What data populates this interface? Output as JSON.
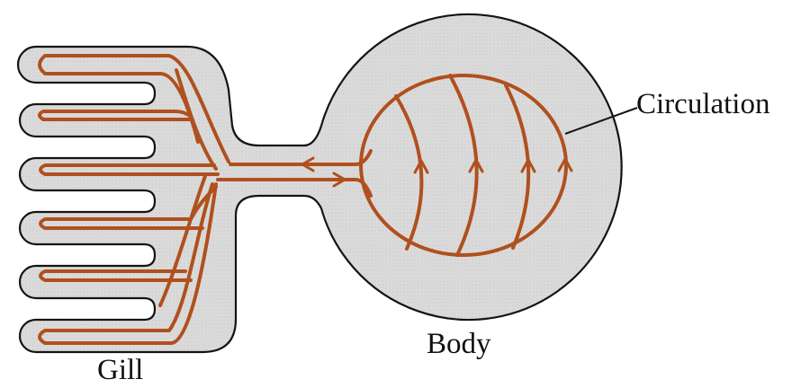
{
  "labels": {
    "circulation": "Circulation",
    "body": "Body",
    "gill": "Gill"
  },
  "colors": {
    "tissue_fill": "#dcdcdc",
    "tissue_outline": "#141414",
    "vessel": "#b0501e",
    "background": "#ffffff"
  }
}
